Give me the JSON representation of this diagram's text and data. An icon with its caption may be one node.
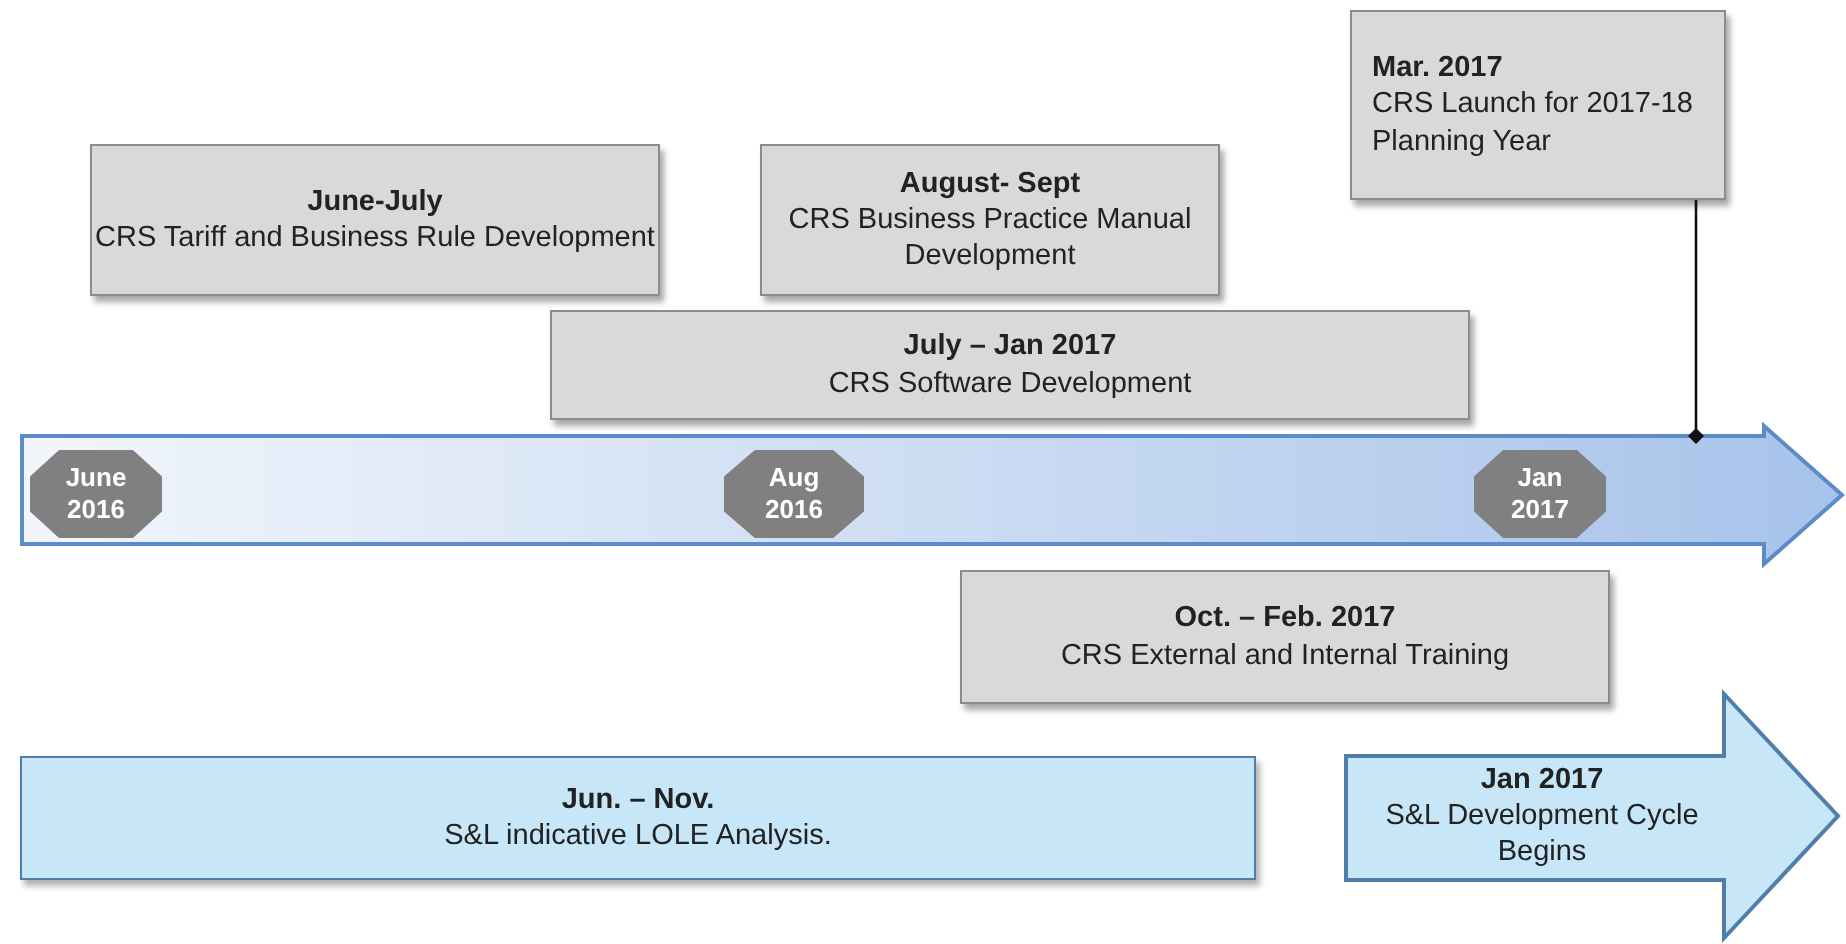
{
  "diagram": {
    "nodes": [
      {
        "text": [
          "Mar. 2017",
          "CRS Launch for 2017-18 Planning Year"
        ]
      },
      {
        "text": [
          "June-July",
          "CRS Tariff and Business Rule Development"
        ]
      },
      {
        "text": [
          "August- Sept",
          "CRS Business Practice Manual Development"
        ]
      },
      {
        "text": [
          "July – Jan 2017",
          "CRS Software Development"
        ]
      },
      {
        "text": [],
        "shape": "arrow"
      },
      {
        "text": [
          "June 2016"
        ],
        "in": 4
      },
      {
        "text": [
          "Aug 2016"
        ],
        "in": 4
      },
      {
        "text": [
          "Jan 2017"
        ],
        "in": 4
      },
      {
        "text": [
          "Oct. – Feb. 2017",
          "CRS External and Internal Training"
        ]
      },
      {
        "text": [
          "Jun. – Nov.",
          "S&L indicative LOLE Analysis."
        ]
      },
      {
        "text": [
          "Jan 2017",
          "S&L Development Cycle Begins"
        ]
      }
    ],
    "edges": [
      {
        "from": 0,
        "to": 4,
        "arrow": "other"
      }
    ]
  }
}
